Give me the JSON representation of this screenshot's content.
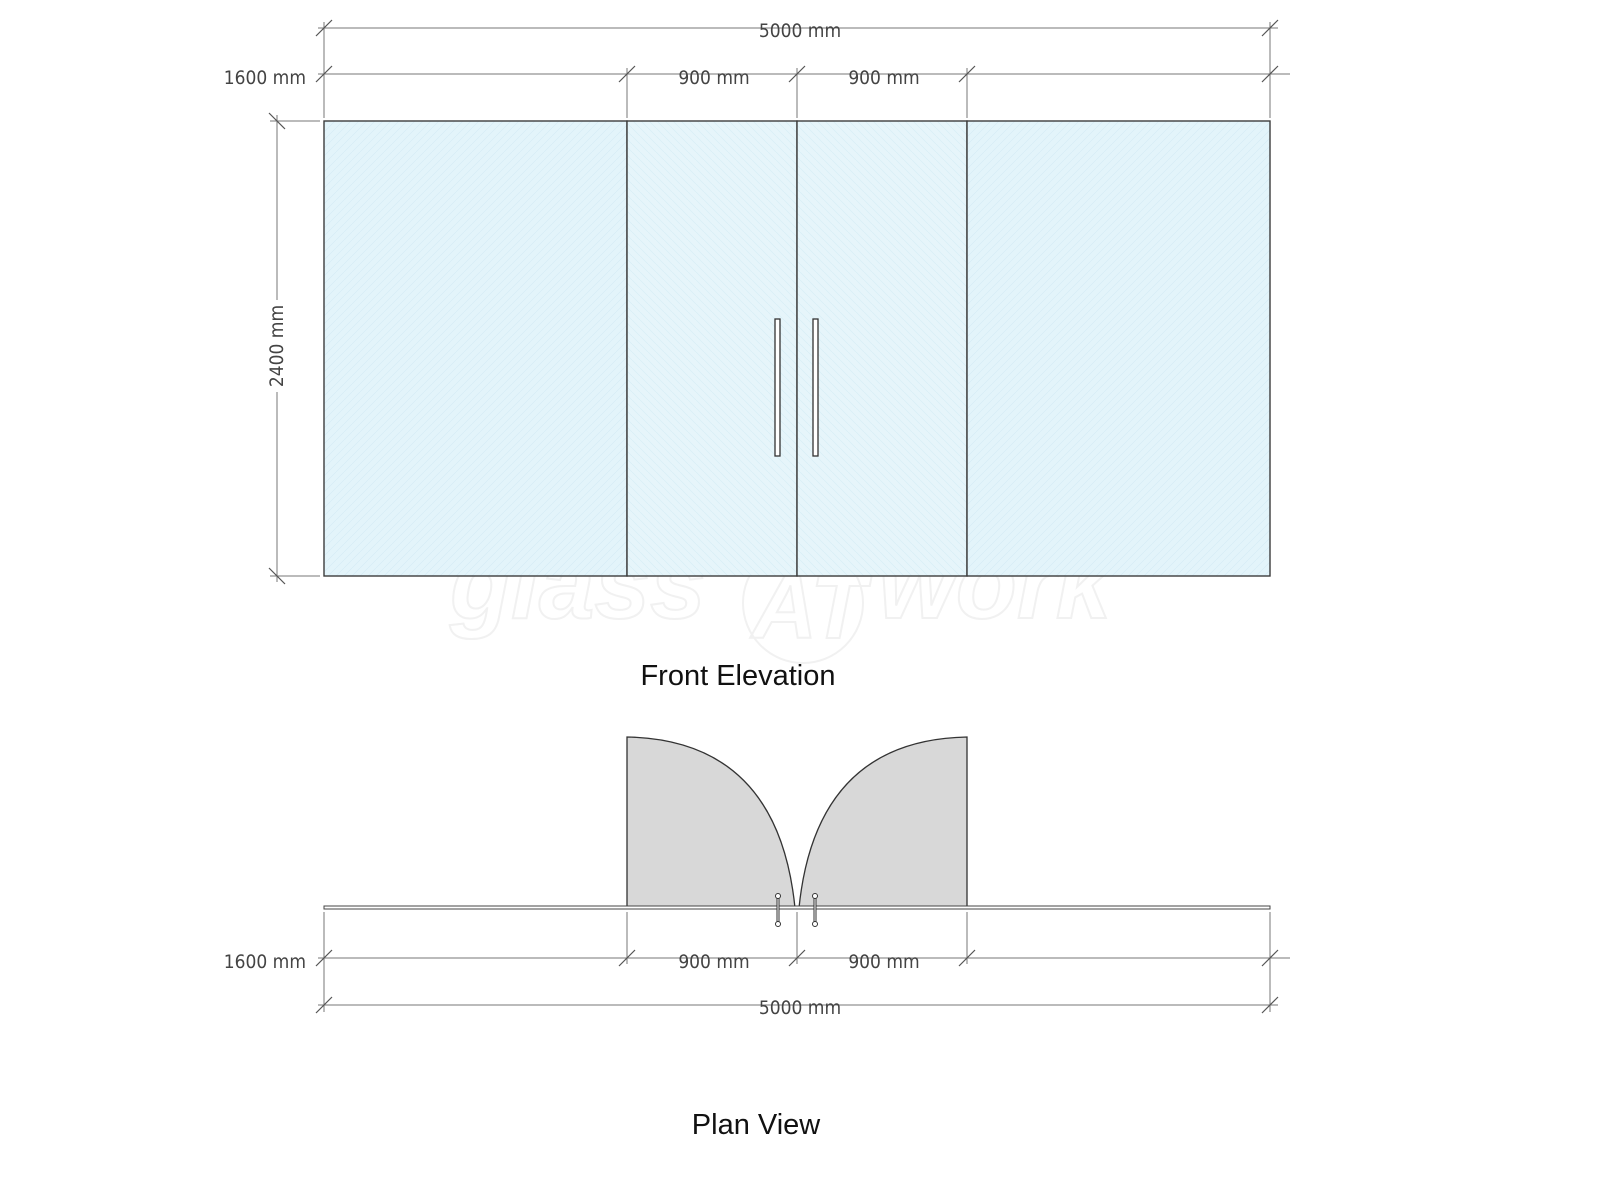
{
  "dimensions": {
    "overall": "5000 mm",
    "fixed_panel": "1600 mm",
    "door_left": "900 mm",
    "door_right": "900 mm",
    "height": "2400 mm"
  },
  "views": {
    "front_elevation": "Front Elevation",
    "plan_view": "Plan View"
  },
  "watermark": "glass AT work",
  "colors": {
    "glass_fixed": "#e2f3f9",
    "glass_door": "#e6f5fa",
    "swing_fill": "#d8d8d8",
    "outline": "#3c3c3c"
  }
}
